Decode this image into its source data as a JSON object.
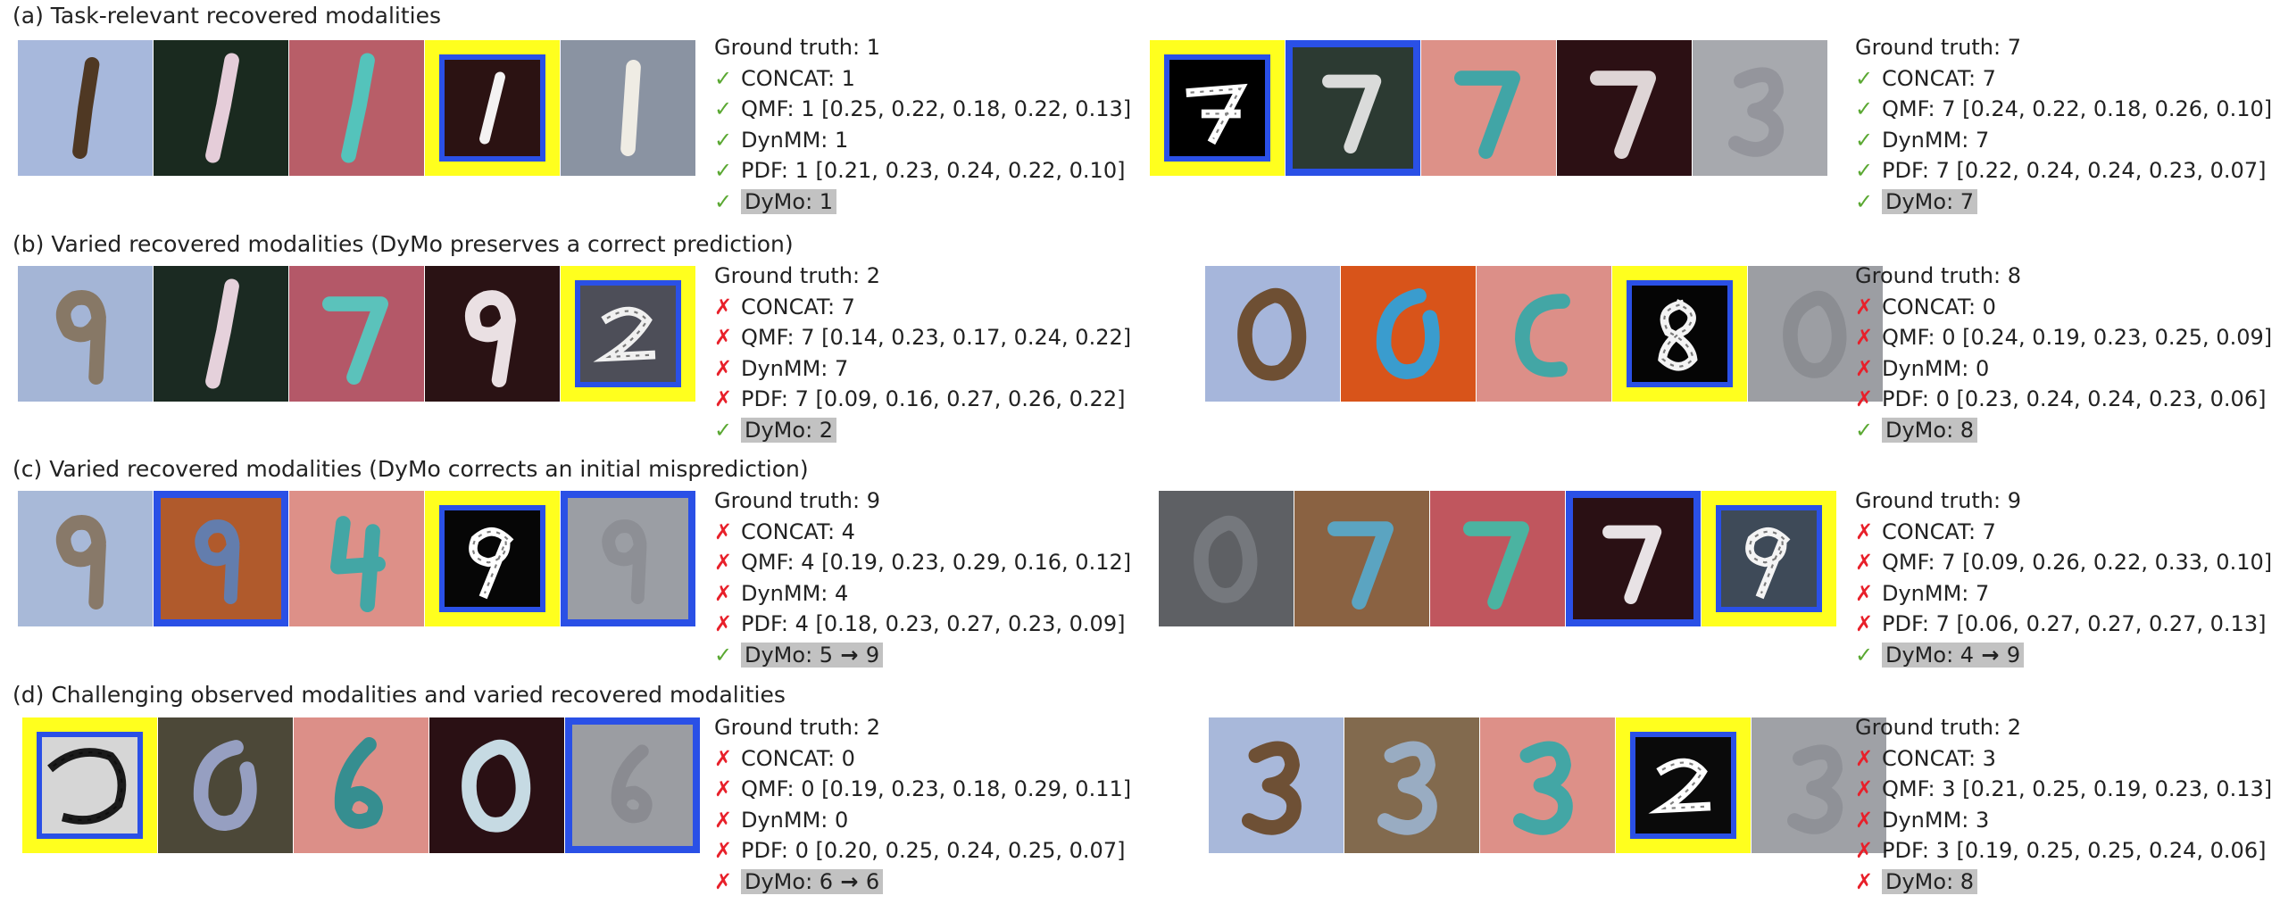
{
  "sections": [
    {
      "title": "(a) Task-relevant recovered modalities"
    },
    {
      "title": "(b) Varied recovered modalities (DyMo preserves a correct prediction)"
    },
    {
      "title": "(c) Varied recovered modalities (DyMo corrects an initial misprediction)"
    },
    {
      "title": "(d) Challenging observed modalities and varied recovered modalities"
    }
  ],
  "panels": [
    {
      "ground_truth": "Ground truth: 1",
      "concat": "CONCAT: 1",
      "qmf": "QMF: 1  [0.25, 0.22, 0.18, 0.22, 0.13]",
      "dynmm": "DynMM: 1",
      "pdf": "PDF: 1  [0.21, 0.23, 0.24, 0.22, 0.10]",
      "dymo": "DyMo: 1",
      "marks": [
        "ok",
        "ok",
        "ok",
        "ok",
        "ok"
      ]
    },
    {
      "ground_truth": "Ground truth: 7",
      "concat": "CONCAT: 7",
      "qmf": "QMF: 7  [0.24, 0.22, 0.18, 0.26, 0.10]",
      "dynmm": "DynMM: 7",
      "pdf": "PDF: 7  [0.22, 0.24, 0.24, 0.23, 0.07]",
      "dymo": "DyMo: 7",
      "marks": [
        "ok",
        "ok",
        "ok",
        "ok",
        "ok"
      ]
    },
    {
      "ground_truth": "Ground truth: 2",
      "concat": "CONCAT: 7",
      "qmf": "QMF: 7  [0.14,  0.23,  0.17,  0.24, 0.22]",
      "dynmm": "DynMM: 7",
      "pdf": "PDF: 7  [0.09, 0.16, 0.27, 0.26, 0.22]",
      "dymo": "DyMo: 2",
      "marks": [
        "bad",
        "bad",
        "bad",
        "bad",
        "ok"
      ]
    },
    {
      "ground_truth": "Ground truth: 8",
      "concat": "CONCAT: 0",
      "qmf": "QMF: 0  [0.24, 0.19, 0.23, 0.25, 0.09]",
      "dynmm": "DynMM: 0",
      "pdf": "PDF: 0  [0.23, 0.24, 0.24, 0.23, 0.06]",
      "dymo": "DyMo: 8",
      "marks": [
        "bad",
        "bad",
        "bad",
        "bad",
        "ok"
      ]
    },
    {
      "ground_truth": "Ground truth: 9",
      "concat": "CONCAT: 4",
      "qmf": "QMF: 4  [0.19,  0.23,  0.29,  0.16, 0.12]",
      "dynmm": "DynMM: 4",
      "pdf": "PDF: 4  [0.18, 0.23, 0.27, 0.23, 0.09]",
      "dymo": "DyMo: 5",
      "dymo_final": "9",
      "marks": [
        "bad",
        "bad",
        "bad",
        "bad",
        "ok"
      ]
    },
    {
      "ground_truth": "Ground truth: 9",
      "concat": "CONCAT: 7",
      "qmf": "QMF: 7  [0.09, 0.26, 0.22, 0.33, 0.10]",
      "dynmm": "DynMM: 7",
      "pdf": "PDF: 7  [0.06, 0.27, 0.27, 0.27, 0.13]",
      "dymo": "DyMo: 4",
      "dymo_final": "9",
      "marks": [
        "bad",
        "bad",
        "bad",
        "bad",
        "ok"
      ]
    },
    {
      "ground_truth": "Ground truth: 2",
      "concat": "CONCAT: 0",
      "qmf": "QMF: 0  [0.19,  0.23,  0.18,  0.29, 0.11]",
      "dynmm": "DynMM: 0",
      "pdf": "PDF: 0  [0.20, 0.25, 0.24, 0.25, 0.07]",
      "dymo": "DyMo: 6",
      "dymo_final": "6",
      "marks": [
        "bad",
        "bad",
        "bad",
        "bad",
        "bad"
      ]
    },
    {
      "ground_truth": "Ground truth: 2",
      "concat": "CONCAT: 3",
      "qmf": "QMF: 3  [0.21, 0.25, 0.19, 0.23, 0.13]",
      "dynmm": "DynMM: 3",
      "pdf": "PDF: 3  [0.19, 0.25, 0.25, 0.24, 0.06]",
      "dymo": "DyMo: 8",
      "marks": [
        "bad",
        "bad",
        "bad",
        "bad",
        "bad"
      ]
    }
  ],
  "symbols": {
    "ok": "✓",
    "bad": "✗",
    "arrow": "→"
  },
  "strips": [
    {
      "tiles": [
        {
          "bg": "#a7b8dc",
          "fg": "#4a3018",
          "shape": "one-a",
          "frame": "none"
        },
        {
          "bg": "#1a2a1f",
          "fg": "#f0d6e4",
          "shape": "one-b",
          "frame": "none"
        },
        {
          "bg": "#b85e68",
          "fg": "#4ec8c0",
          "shape": "one-b",
          "frame": "none"
        },
        {
          "bg": "#2b1212",
          "fg": "#ffffff",
          "shape": "one-c",
          "frame": "yellow"
        },
        {
          "bg": "#8a93a2",
          "fg": "#f4f0e8",
          "shape": "one-d",
          "frame": "none"
        }
      ]
    },
    {
      "tiles": [
        {
          "bg": "#000000",
          "fg": "#ffffff",
          "shape": "seven-pix",
          "frame": "yellow"
        },
        {
          "bg": "#2c3a32",
          "fg": "#e4e4e4",
          "shape": "seven",
          "frame": "blue"
        },
        {
          "bg": "#dd9188",
          "fg": "#38a6a8",
          "shape": "seven",
          "frame": "none"
        },
        {
          "bg": "#2c1014",
          "fg": "#e8e0e0",
          "shape": "seven",
          "frame": "none"
        },
        {
          "bg": "#a7a9ae",
          "fg": "#8d8f95",
          "shape": "three-faint",
          "frame": "none"
        }
      ]
    },
    {
      "tiles": [
        {
          "bg": "#a4b5d6",
          "fg": "#7d6440",
          "shape": "nine-faint",
          "frame": "none"
        },
        {
          "bg": "#1b2a22",
          "fg": "#f0dae6",
          "shape": "one-b",
          "frame": "none"
        },
        {
          "bg": "#b45868",
          "fg": "#56c8c0",
          "shape": "seven",
          "frame": "none"
        },
        {
          "bg": "#2a1214",
          "fg": "#f4ecee",
          "shape": "nine",
          "frame": "none"
        },
        {
          "bg": "#4d4e58",
          "fg": "#f0f0f0",
          "shape": "two-pix",
          "frame": "yellow"
        }
      ]
    },
    {
      "tiles": [
        {
          "bg": "#a6b6db",
          "fg": "#6a4a2a",
          "shape": "zero",
          "frame": "none"
        },
        {
          "bg": "#d8541a",
          "fg": "#32a0d8",
          "shape": "zero-open",
          "frame": "none"
        },
        {
          "bg": "#dc8f88",
          "fg": "#3aa8a6",
          "shape": "c-shape",
          "frame": "none"
        },
        {
          "bg": "#050505",
          "fg": "#f4f4f4",
          "shape": "eight-pix",
          "frame": "yellow"
        },
        {
          "bg": "#9c9ea3",
          "fg": "#85878c",
          "shape": "zero-faint",
          "frame": "none"
        }
      ]
    },
    {
      "tiles": [
        {
          "bg": "#a8b9d8",
          "fg": "#7d6444",
          "shape": "nine-faint",
          "frame": "none"
        },
        {
          "bg": "#b05a2c",
          "fg": "#4a8ad8",
          "shape": "nine-faint",
          "frame": "blue"
        },
        {
          "bg": "#dd9088",
          "fg": "#3aa8a6",
          "shape": "four",
          "frame": "none"
        },
        {
          "bg": "#060606",
          "fg": "#ffffff",
          "shape": "nine-pix",
          "frame": "yellow"
        },
        {
          "bg": "#9b9ea4",
          "fg": "#888a90",
          "shape": "nine-faint",
          "frame": "blue"
        }
      ]
    },
    {
      "tiles": [
        {
          "bg": "#5e6064",
          "fg": "#7d8086",
          "shape": "zero-faint",
          "frame": "none"
        },
        {
          "bg": "#8a6242",
          "fg": "#58a8c8",
          "shape": "seven",
          "frame": "none"
        },
        {
          "bg": "#c0565e",
          "fg": "#44b8a4",
          "shape": "seven",
          "frame": "none"
        },
        {
          "bg": "#2a1014",
          "fg": "#f2eef0",
          "shape": "seven",
          "frame": "blue"
        },
        {
          "bg": "#3e4a58",
          "fg": "#f4f4f4",
          "shape": "nine-pix",
          "frame": "yellow"
        }
      ]
    },
    {
      "tiles": [
        {
          "bg": "#d6d6d6",
          "fg": "#1a1a1a",
          "shape": "blob-pix",
          "frame": "yellow"
        },
        {
          "bg": "#4c4838",
          "fg": "#9aa4c8",
          "shape": "zero-open",
          "frame": "none"
        },
        {
          "bg": "#dc8f88",
          "fg": "#2c8e90",
          "shape": "six",
          "frame": "none"
        },
        {
          "bg": "#2a1014",
          "fg": "#cfe6ee",
          "shape": "zero",
          "frame": "none"
        },
        {
          "bg": "#9b9da2",
          "fg": "#84868b",
          "shape": "six-faint",
          "frame": "blue"
        }
      ]
    },
    {
      "tiles": [
        {
          "bg": "#a8b8da",
          "fg": "#6a4a2c",
          "shape": "three",
          "frame": "none"
        },
        {
          "bg": "#826a4e",
          "fg": "#9ab0c8",
          "shape": "three",
          "frame": "none"
        },
        {
          "bg": "#dd9088",
          "fg": "#3aa8a6",
          "shape": "three",
          "frame": "none"
        },
        {
          "bg": "#0a0a0a",
          "fg": "#ffffff",
          "shape": "two-pix",
          "frame": "yellow"
        },
        {
          "bg": "#9fa1a6",
          "fg": "#8a8c91",
          "shape": "three-faint",
          "frame": "none"
        }
      ]
    }
  ]
}
